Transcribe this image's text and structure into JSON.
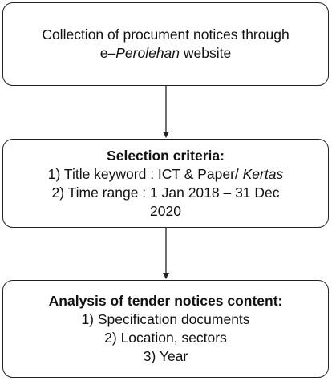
{
  "box1": {
    "line1": "Collection of procument notices through",
    "line2_prefix": "e–",
    "line2_italic": "Perolehan",
    "line2_suffix": " website"
  },
  "box2": {
    "heading": "Selection criteria:",
    "line1_text": "1) Title keyword : ICT & Paper/ ",
    "line1_italic": "Kertas",
    "line2": "2) Time range : 1 Jan 2018 – 31 Dec",
    "line3": "2020"
  },
  "box3": {
    "heading": "Analysis of tender notices content:",
    "items": [
      "1) Specification documents",
      "2) Location, sectors",
      "3) Year"
    ]
  }
}
